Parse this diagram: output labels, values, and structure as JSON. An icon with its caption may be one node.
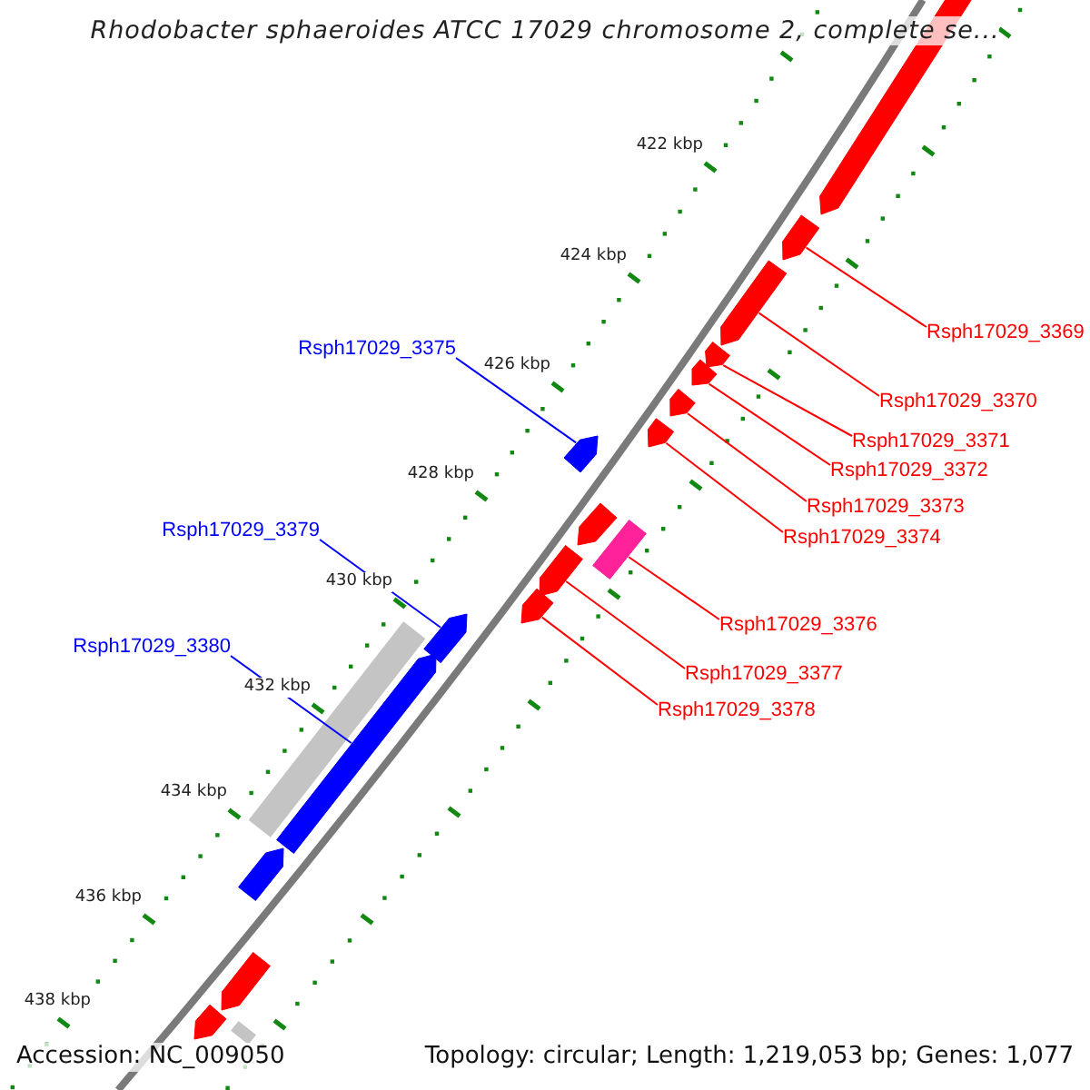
{
  "diagram": {
    "title": "Rhodobacter sphaeroides ATCC 17029 chromosome 2, complete se...",
    "nodes": [
      {
        "text": [
          "Rsph17029_3369"
        ]
      },
      {
        "text": [
          "Rsph17029_3375"
        ]
      },
      {
        "text": [
          "Rsph17029_3370"
        ]
      },
      {
        "text": [
          "Rsph17029_3371"
        ]
      },
      {
        "text": [
          "Rsph17029_3372"
        ]
      },
      {
        "text": [
          "Rsph17029_3373"
        ]
      },
      {
        "text": [
          "Rsph17029_3374"
        ]
      },
      {
        "text": [
          "Rsph17029_3379"
        ]
      },
      {
        "text": [
          "Rsph17029_3376"
        ]
      },
      {
        "text": [
          "Rsph17029_3380"
        ]
      },
      {
        "text": [
          "Rsph17029_3377"
        ]
      },
      {
        "text": [
          "Rsph17029_3378"
        ]
      },
      {
        "text": [],
        "shape": "arrow"
      },
      {
        "text": [],
        "shape": "arrow"
      },
      {
        "text": [],
        "shape": "arrow"
      },
      {
        "text": [],
        "shape": "arrow"
      },
      {
        "text": [],
        "shape": "arrow"
      },
      {
        "text": [],
        "shape": "arrow"
      },
      {
        "text": [],
        "shape": "arrow"
      },
      {
        "text": [],
        "shape": "arrow"
      },
      {
        "text": [],
        "shape": "arrow"
      },
      {
        "text": [],
        "shape": "bar"
      },
      {
        "text": [],
        "shape": "arrow"
      },
      {
        "text": [],
        "shape": "arrow"
      },
      {
        "text": [],
        "shape": "arrow"
      },
      {
        "text": [],
        "shape": "bar"
      },
      {
        "text": [],
        "shape": "arrow"
      },
      {
        "text": [],
        "shape": "arrow"
      },
      {
        "text": [],
        "shape": "arrow"
      },
      {
        "text": [],
        "shape": "arrow"
      },
      {
        "text": [],
        "shape": "bar"
      }
    ],
    "edges": [
      {
        "from": 0,
        "to": 13,
        "arrow": "none"
      },
      {
        "from": 1,
        "to": 19,
        "arrow": "none",
        "color": "#0000ff"
      },
      {
        "from": 2,
        "to": 14,
        "arrow": "none"
      },
      {
        "from": 3,
        "to": 15,
        "arrow": "none"
      },
      {
        "from": 4,
        "to": 16,
        "arrow": "none"
      },
      {
        "from": 5,
        "to": 17,
        "arrow": "none"
      },
      {
        "from": 6,
        "to": 18,
        "arrow": "none"
      },
      {
        "from": 7,
        "to": 24,
        "arrow": "none",
        "color": "#0000ff"
      },
      {
        "from": 8,
        "to": 21,
        "arrow": "none"
      },
      {
        "from": 9,
        "to": 26,
        "arrow": "none",
        "color": "#0000ff"
      },
      {
        "from": 10,
        "to": 22,
        "arrow": "none"
      },
      {
        "from": 11,
        "to": 23,
        "arrow": "none"
      }
    ],
    "labels": [
      "422 kbp",
      "424 kbp",
      "426 kbp",
      "428 kbp",
      "430 kbp",
      "432 kbp",
      "434 kbp",
      "436 kbp",
      "438 kbp",
      "Accession: NC_009050",
      "Topology: circular; Length: 1,219,053 bp; Genes: 1,077"
    ]
  }
}
